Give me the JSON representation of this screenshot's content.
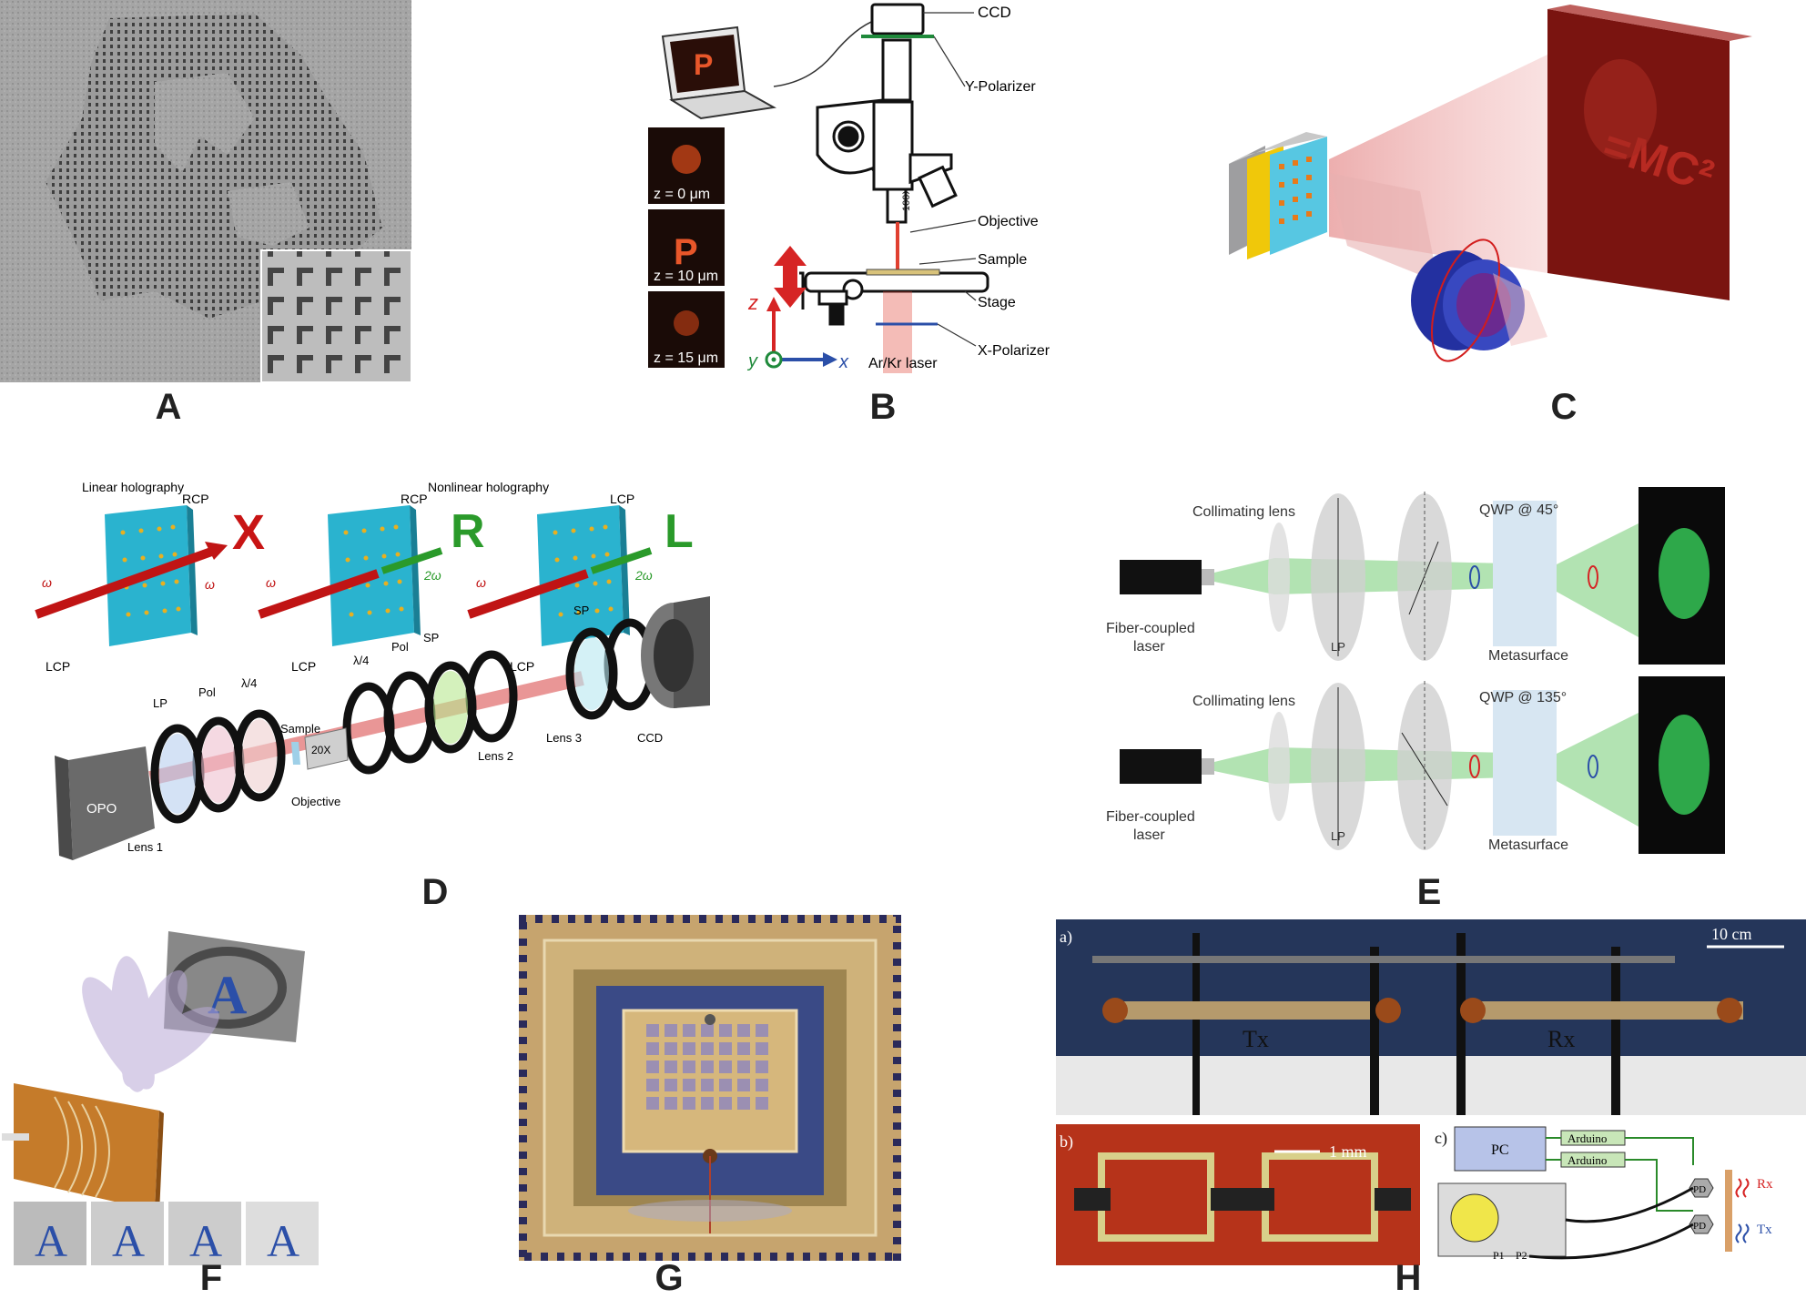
{
  "panel_letters": {
    "a": "A",
    "b": "B",
    "c": "C",
    "d": "D",
    "e": "E",
    "f": "F",
    "g": "G",
    "h": "H"
  },
  "panel_b": {
    "ccd": "CCD",
    "y_polarizer": "Y-Polarizer",
    "objective": "Objective",
    "sample": "Sample",
    "stage": "Stage",
    "x_polarizer": "X-Polarizer",
    "laser": "Ar/Kr laser",
    "objective_mag": "100X",
    "insets": [
      "z = 0 μm",
      "z = 10 μm",
      "z = 15 μm"
    ],
    "laptop_glyph": "P",
    "axes": {
      "z": "z",
      "y": "y",
      "x": "x"
    }
  },
  "panel_c": {
    "image_text": "=MC²"
  },
  "panel_d": {
    "linear_title": "Linear holography",
    "nonlinear_title": "Nonlinear holography",
    "rcp": "RCP",
    "lcp": "LCP",
    "omega": "ω",
    "two_omega": "2ω",
    "letters": [
      "X",
      "R",
      "L"
    ],
    "setup": {
      "opo": "OPO",
      "lens1": "Lens 1",
      "lp": "LP",
      "pol": "Pol",
      "quarter_wave": "λ/4",
      "sample": "Sample",
      "objective": "Objective",
      "obj_mag": "20X",
      "pol2": "Pol",
      "sp": "SP",
      "quarter_wave2": "λ/4",
      "lens2": "Lens 2",
      "lens3": "Lens 3",
      "sp2": "SP",
      "ccd": "CCD"
    }
  },
  "panel_e": {
    "top": {
      "collimating": "Collimating lens",
      "qwp": "QWP @ 45°",
      "laser": "Fiber-coupled\nlaser",
      "lp": "LP",
      "metasurface": "Metasurface"
    },
    "bottom": {
      "collimating": "Collimating lens",
      "qwp": "QWP @ 135°",
      "laser": "Fiber-coupled\nlaser",
      "lp": "LP",
      "metasurface": "Metasurface"
    }
  },
  "panel_f": {
    "glyph": "A"
  },
  "panel_h": {
    "a_label": "a)",
    "scale_a": "10 cm",
    "tx": "Tx",
    "rx": "Rx",
    "b_label": "b)",
    "scale_b": "1 mm",
    "c_label": "c)",
    "pc": "PC",
    "arduino1": "Arduino",
    "arduino2": "Arduino",
    "pd1": "PD",
    "pd2": "PD",
    "rx2": "Rx",
    "tx2": "Tx",
    "p1": "P1",
    "p2": "P2"
  }
}
